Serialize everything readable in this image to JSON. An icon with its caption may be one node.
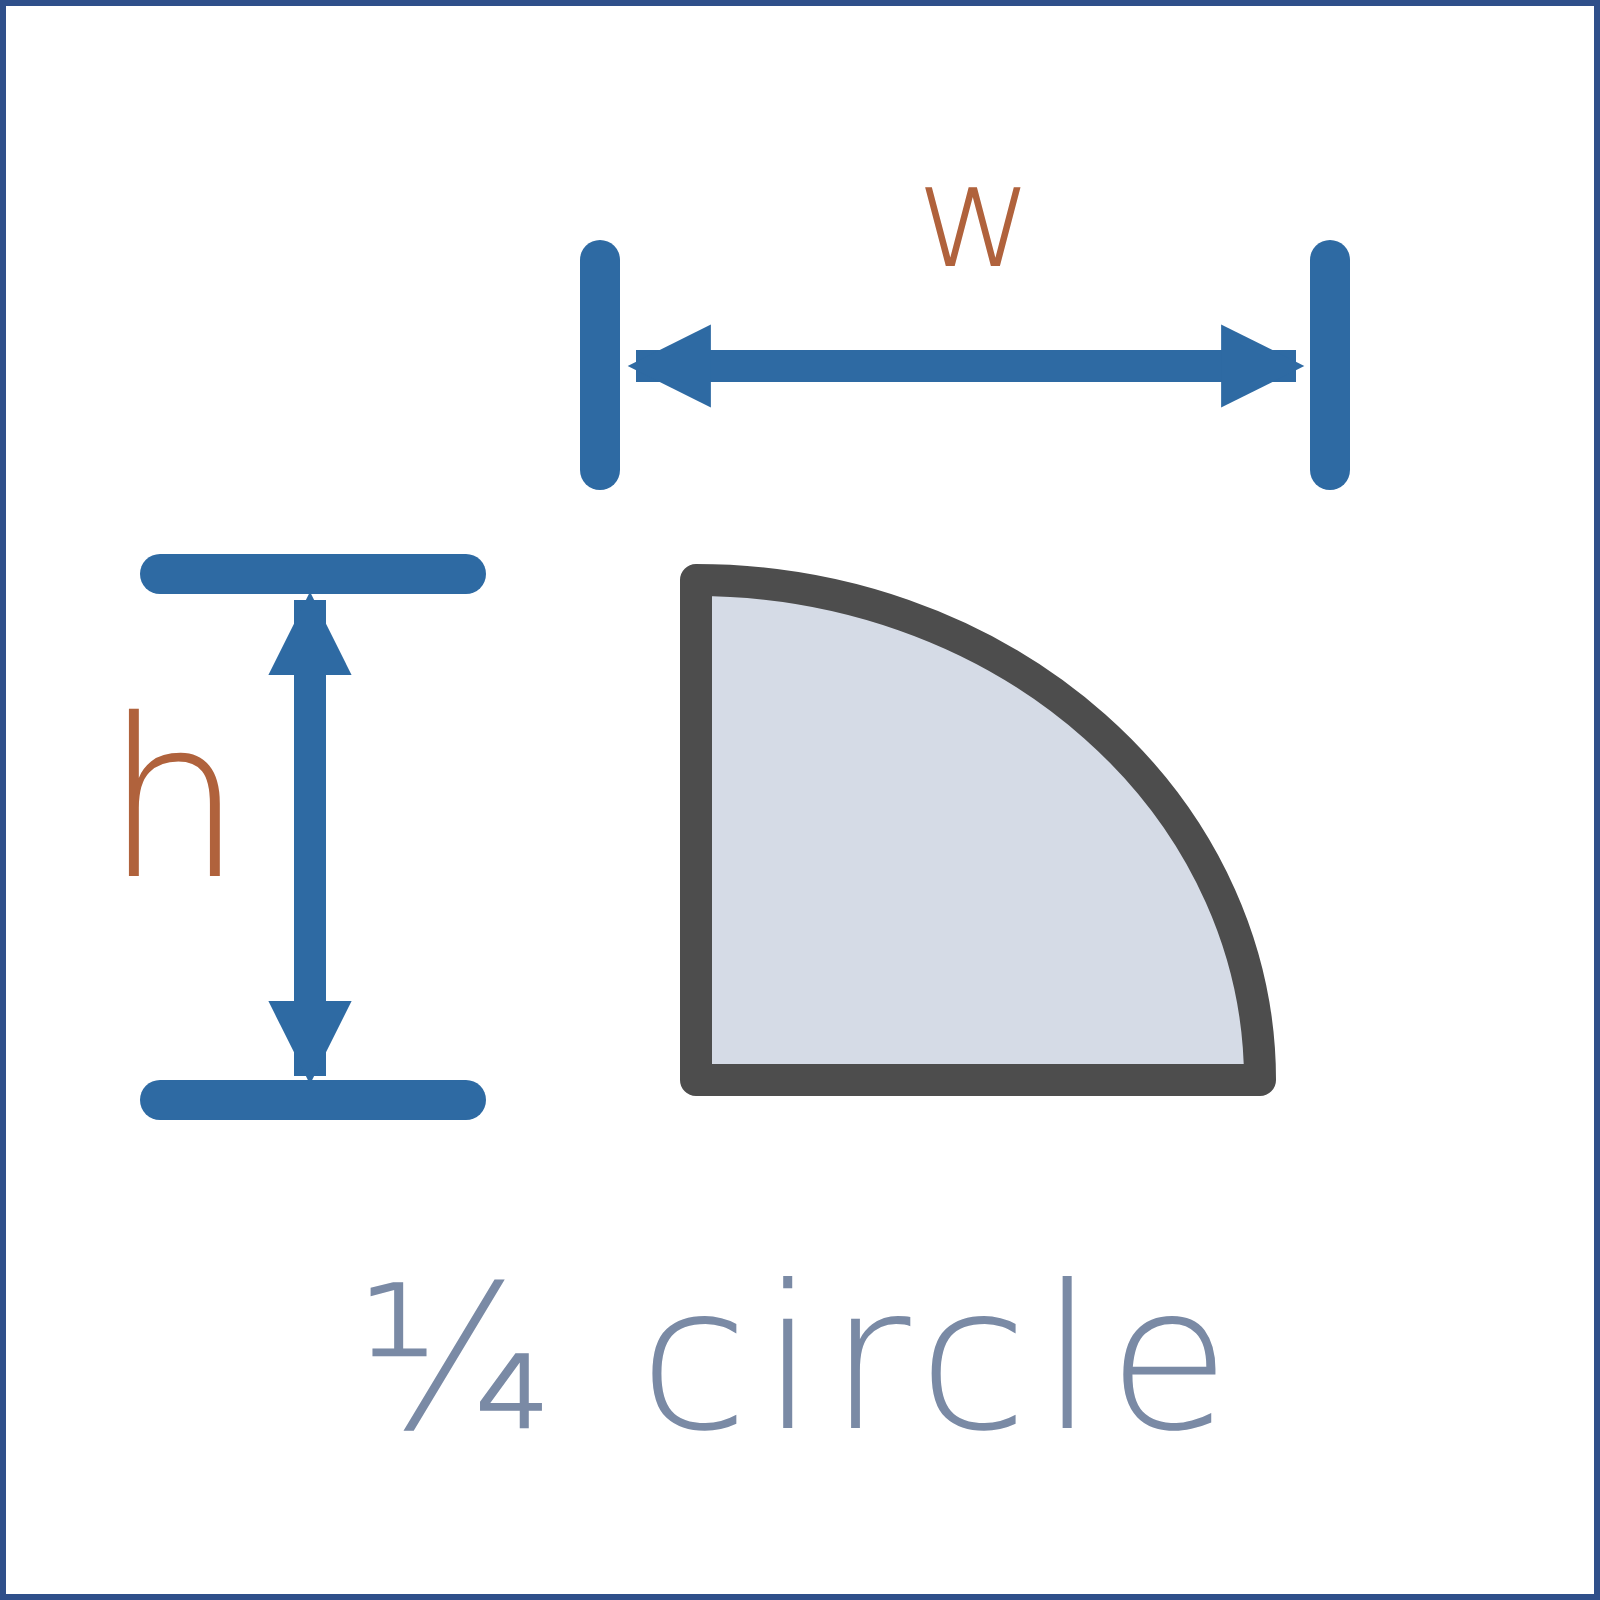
{
  "diagram": {
    "caption": "¼ circle",
    "labels": [
      "w",
      "h"
    ]
  }
}
